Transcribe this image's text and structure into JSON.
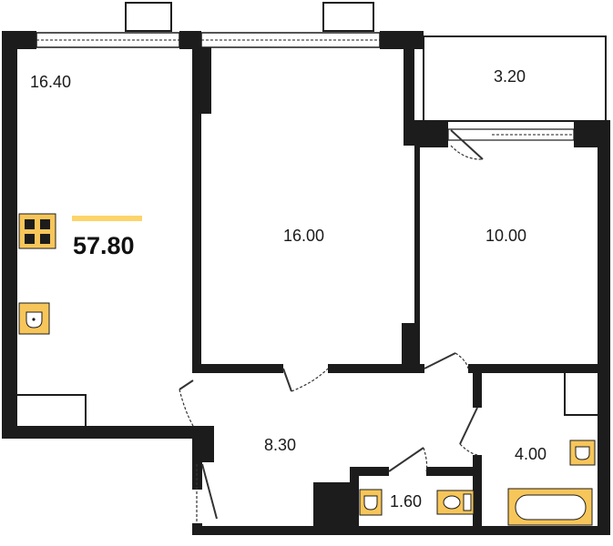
{
  "plan": {
    "total_area": "57.80",
    "rooms": [
      {
        "id": "kitchen-living",
        "area": "16.40"
      },
      {
        "id": "bedroom-1",
        "area": "16.00"
      },
      {
        "id": "balcony",
        "area": "3.20"
      },
      {
        "id": "bedroom-2",
        "area": "10.00"
      },
      {
        "id": "hallway",
        "area": "8.30"
      },
      {
        "id": "bathroom",
        "area": "4.00"
      },
      {
        "id": "toilet",
        "area": "1.60"
      }
    ]
  },
  "colors": {
    "wall": "#1c1c1c",
    "accent": "#fcd46a",
    "fixture": "#f7c65a"
  },
  "icons": [
    "stove-icon",
    "sink-icon",
    "toilet-icon",
    "bathtub-icon",
    "door-swing-icon",
    "window-icon"
  ]
}
